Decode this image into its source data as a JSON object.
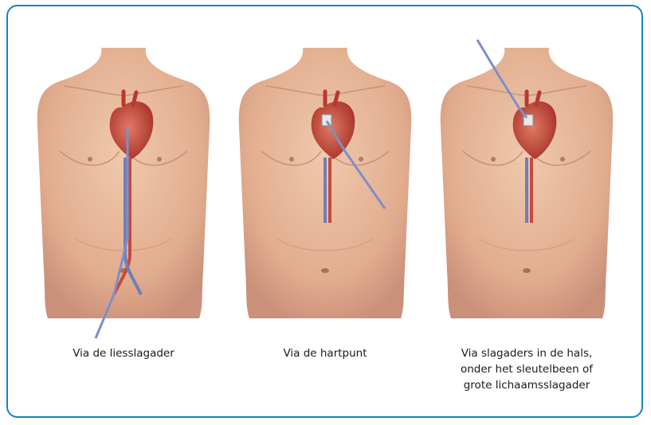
{
  "figure": {
    "accent_color": "#1583c4",
    "skin_color": "#e7b89a",
    "heart_color": "#c4473b",
    "catheter_color": "#7d8fc9",
    "panels": [
      {
        "caption": "Via de liesslagader",
        "access_route": "groin"
      },
      {
        "caption": "Via de hartpunt",
        "access_route": "apex"
      },
      {
        "caption": "Via slagaders in de hals, onder het sleutelbeen of grote lichaamsslagader",
        "access_route": "neck"
      }
    ],
    "caption_lines": {
      "panel3": [
        "Via slagaders in de hals,",
        "onder het sleutelbeen of",
        "grote lichaamsslagader"
      ]
    }
  }
}
